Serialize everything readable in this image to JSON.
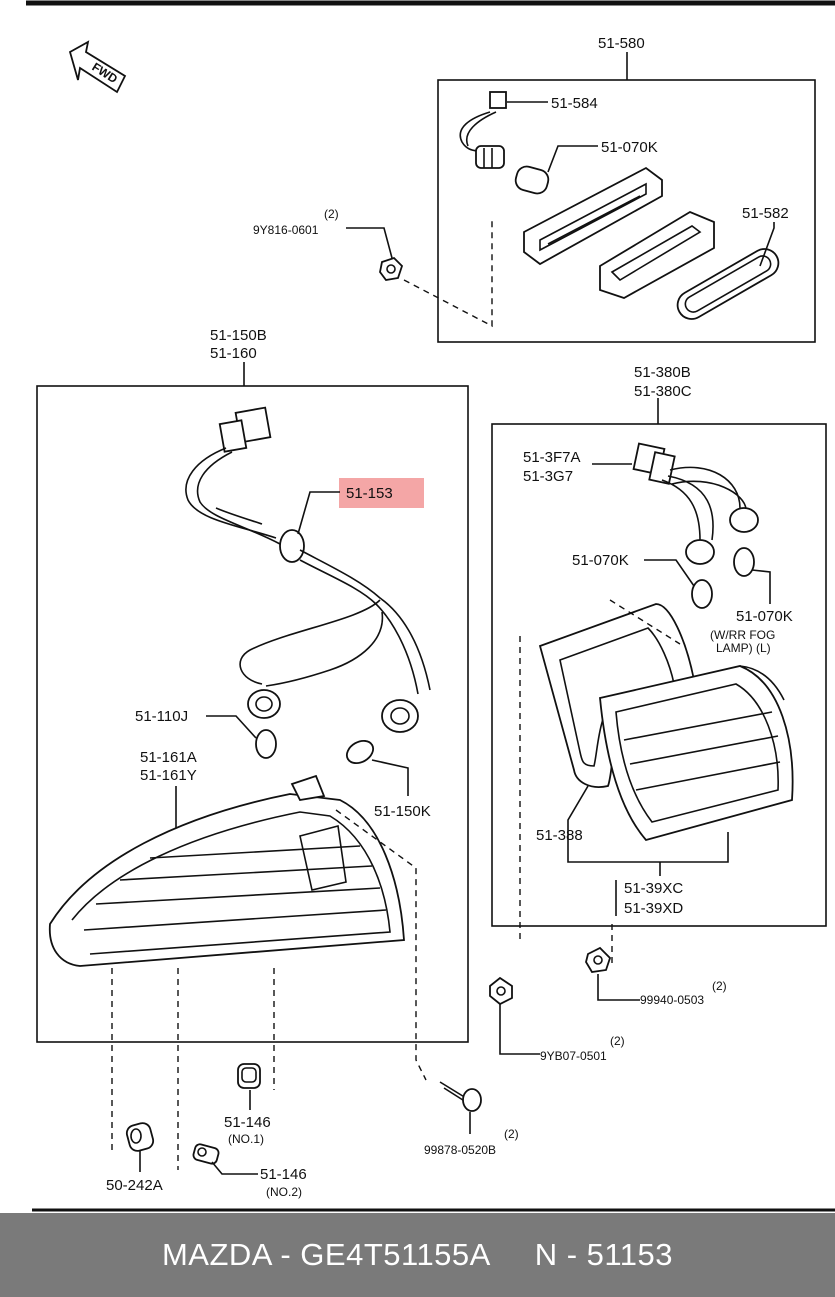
{
  "direction_arrow": "FWD",
  "labels": {
    "l_51_580": "51-580",
    "l_51_584": "51-584",
    "l_51_070k_a": "51-070K",
    "l_51_582": "51-582",
    "l_9y816_qty": "(2)",
    "l_9y816": "9Y816-0601",
    "l_51_150b": "51-150B",
    "l_51_160": "51-160",
    "l_51_153": "51-153",
    "l_51_110j": "51-110J",
    "l_51_161a": "51-161A",
    "l_51_161y": "51-161Y",
    "l_51_150k": "51-150K",
    "l_51_380b": "51-380B",
    "l_51_380c": "51-380C",
    "l_51_3f7a": "51-3F7A",
    "l_51_3g7": "51-3G7",
    "l_51_070k_b": "51-070K",
    "l_51_070k_c": "51-070K",
    "l_fog_1": "(W/RR  FOG",
    "l_fog_2": "LAMP)  (L)",
    "l_51_388": "51-388",
    "l_51_39xc": "51-39XC",
    "l_51_39xd": "51-39XD",
    "l_99940_qty": "(2)",
    "l_99940": "99940-0503",
    "l_9yb07_qty": "(2)",
    "l_9yb07": "9YB07-0501",
    "l_51_146_a": "51-146",
    "l_no1": "(NO.1)",
    "l_99878_qty": "(2)",
    "l_99878": "99878-0520B",
    "l_50_242a": "50-242A",
    "l_51_146_b": "51-146",
    "l_no2": "(NO.2)"
  },
  "highlight_color": "#f4a6a6",
  "footer": {
    "text": "MAZDA - GE4T51155A     N - 51153",
    "background": "#7a7a7a"
  }
}
